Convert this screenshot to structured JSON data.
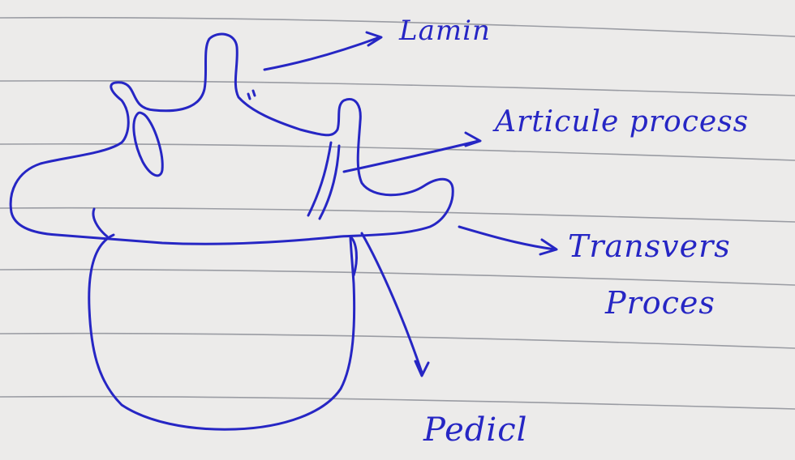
{
  "colors": {
    "paper": "#ecebea",
    "rule_line": "#9a9ca3",
    "ink": "#2626c4"
  },
  "labels": {
    "lamina": "Lamin",
    "articular_process": "Articule process",
    "transverse_line1": "Transvers",
    "transverse_line2": "Proces",
    "pedicle": "Pedicl"
  }
}
